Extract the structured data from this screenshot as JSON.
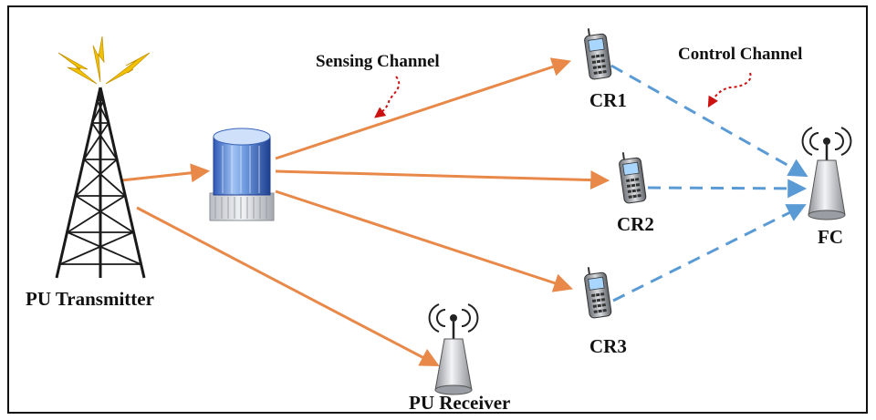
{
  "labels": {
    "pu_transmitter": "PU Transmitter",
    "pu_receiver": "PU Receiver",
    "sensing_channel": "Sensing Channel",
    "control_channel": "Control Channel",
    "cr1": "CR1",
    "cr2": "CR2",
    "cr3": "CR3",
    "fc": "FC"
  },
  "colors": {
    "sensing_link": "#e8894a",
    "control_link": "#5b9bd5",
    "annotation_arrow": "#cc1111",
    "lightning": "#f2c200",
    "tower": "#1a1a1a"
  },
  "icons": {
    "transmitter": "cell-tower-icon",
    "relay": "server-icon",
    "cr": "mobile-phone-icon",
    "receiver": "antenna-icon",
    "fc": "antenna-icon"
  }
}
